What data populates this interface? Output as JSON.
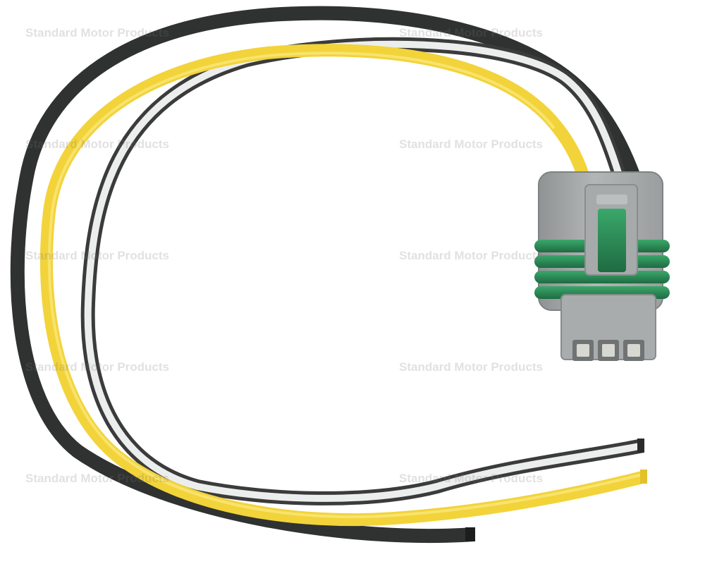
{
  "watermark": {
    "text": "Standard Motor Products"
  },
  "colors": {
    "background": "#ffffff",
    "wire_black": "#2f3231",
    "wire_yellow": "#f2d33a",
    "wire_white": "#eceeed",
    "white_stripe": "#3a3b3a",
    "connector_gray": "#a5a8a8",
    "seal_green": "#2f8f5a"
  },
  "product": {
    "description_icons": [
      "wire-harness-pigtail",
      "three-pin-connector"
    ]
  }
}
